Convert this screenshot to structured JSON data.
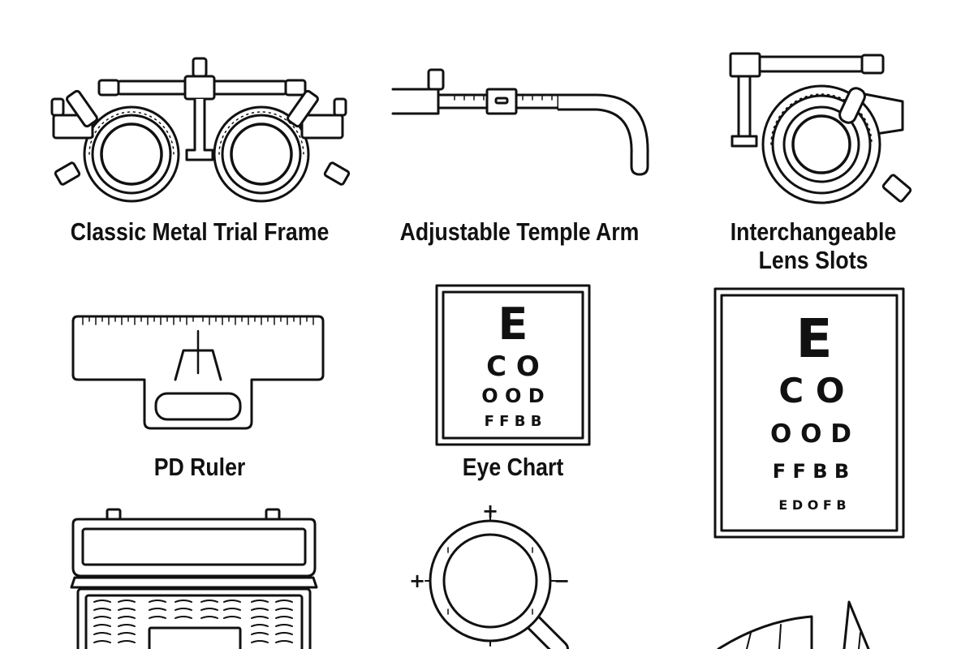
{
  "labels": {
    "trial_frame": "Classic Metal Trial Frame",
    "temple_arm": "Adjustable Temple Arm",
    "lens_slots_line1": "Interchangeable",
    "lens_slots_line2": "Lens Slots",
    "pd_ruler": "PD Ruler",
    "eye_chart": "Eye Chart"
  },
  "small_chart": {
    "row1": "E",
    "row2": "C O",
    "row3": "O O D",
    "row4": "F F B B"
  },
  "large_chart": {
    "row1": "E",
    "row2": "C O",
    "row3": "O O D",
    "row4": "F F B B",
    "row5": "E D O F B"
  },
  "magnifier_signs": {
    "plus_top": "+",
    "plus_left": "+",
    "minus_right": "−"
  },
  "colors": {
    "ink": "#111111",
    "background": "#ffffff"
  },
  "icons": [
    "trial-frame-icon",
    "temple-arm-icon",
    "lens-slot-icon",
    "pd-ruler-icon",
    "eye-chart-icon",
    "large-eye-chart-icon",
    "lens-case-icon",
    "magnifier-icon",
    "lens-diagram-icon"
  ]
}
